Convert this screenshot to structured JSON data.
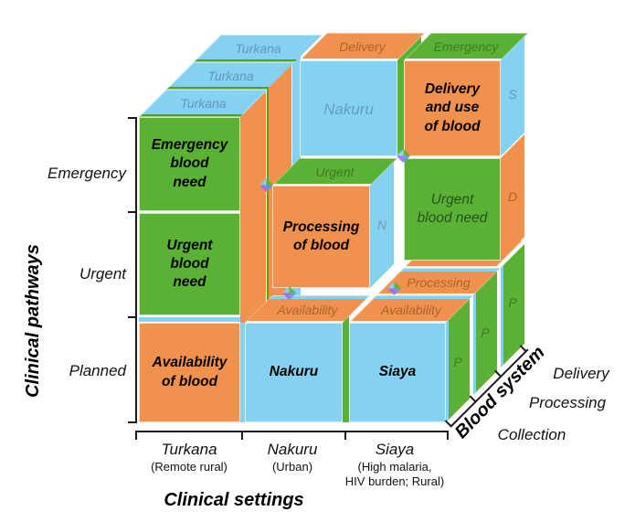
{
  "colors": {
    "green": "#5bb133",
    "orange": "#f0914d",
    "blue": "#85d1f1"
  },
  "axes": {
    "y": {
      "title": "Clinical pathways",
      "labels": [
        "Emergency",
        "Urgent",
        "Planned"
      ]
    },
    "x": {
      "title": "Clinical settings",
      "items": [
        {
          "name": "Turkana",
          "desc": "(Remote rural)"
        },
        {
          "name": "Nakuru",
          "desc": "(Urban)"
        },
        {
          "name": "Siaya",
          "desc": "(High malaria,\nHIV burden; Rural)"
        }
      ]
    },
    "z": {
      "title": "Blood system",
      "labels": [
        "Delivery",
        "Processing",
        "Collection"
      ]
    }
  },
  "cube": {
    "top_faces": {
      "turkana_back": "Turkana",
      "turkana_mid": "Turkana",
      "turkana_front": "Turkana",
      "delivery": "Delivery",
      "emergency": "Emergency",
      "urgent": "Urgent",
      "processing": "Processing",
      "availability_nakuru": "Availability",
      "availability_siaya": "Availability"
    },
    "front_faces": {
      "emergency_blood_need": "Emergency\nblood\nneed",
      "urgent_blood_need": "Urgent\nblood\nneed",
      "availability_of_blood": "Availability\nof blood",
      "processing_of_blood": "Processing\nof blood",
      "delivery_and_use": "Delivery\nand use\nof blood",
      "urgent_blood_need_siaya": "Urgent\nblood need",
      "nakuru_back": "Nakuru",
      "nakuru": "Nakuru",
      "siaya": "Siaya"
    },
    "side_letters": {
      "s": "S",
      "d": "D",
      "n": "N",
      "p_back": "P",
      "p_mid": "P",
      "p_front": "P"
    }
  }
}
